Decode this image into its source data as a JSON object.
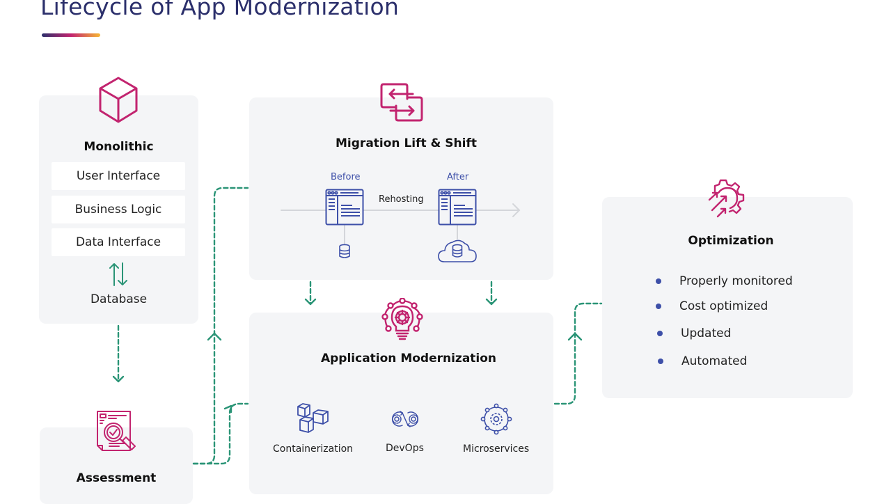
{
  "page": {
    "title": "Lifecycle of App Modernization"
  },
  "colors": {
    "title": "#2b2f6b",
    "accent_icon": "#c2246f",
    "secondary_icon": "#3d4fa8",
    "connector": "#2a9476",
    "card_bg": "#f4f5f7"
  },
  "monolithic": {
    "icon": "cube-icon",
    "title": "Monolithic",
    "layers": [
      "User Interface",
      "Business Logic",
      "Data Interface"
    ],
    "arrow_icon": "up-down-arrows-icon",
    "database": "Database"
  },
  "assessment": {
    "icon": "document-magnifier-check-icon",
    "title": "Assessment"
  },
  "migration": {
    "icon": "swap-arrows-icon",
    "title": "Migration Lift & Shift",
    "before_label": "Before",
    "after_label": "After",
    "process_label": "Rehosting",
    "before_icons": [
      "browser-window-icon",
      "database-icon"
    ],
    "after_icons": [
      "browser-window-icon",
      "cloud-database-icon"
    ]
  },
  "app_modernization": {
    "icon": "lightbulb-gear-network-icon",
    "title": "Application Modernization",
    "items": [
      {
        "label": "Containerization",
        "icon": "cubes-icon"
      },
      {
        "label": "DevOps",
        "icon": "devops-gears-icon"
      },
      {
        "label": "Microservices",
        "icon": "gear-network-icon"
      }
    ]
  },
  "optimization": {
    "icon": "gear-arrows-icon",
    "title": "Optimization",
    "bullets": [
      "Properly monitored",
      "Cost optimized",
      "Updated",
      "Automated"
    ]
  }
}
